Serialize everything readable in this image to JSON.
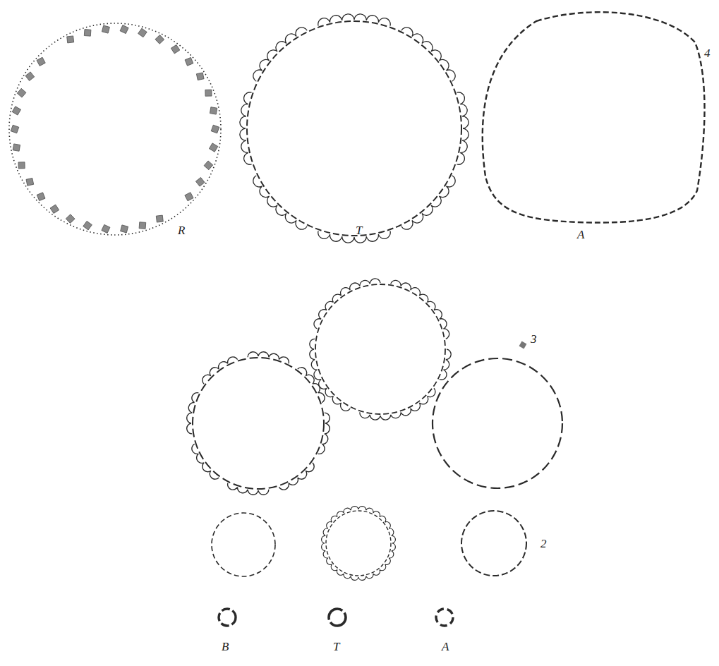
{
  "diagram": {
    "labels": [
      "R",
      "T",
      "4",
      "A",
      "3",
      "2",
      "B",
      "T",
      "A"
    ]
  }
}
